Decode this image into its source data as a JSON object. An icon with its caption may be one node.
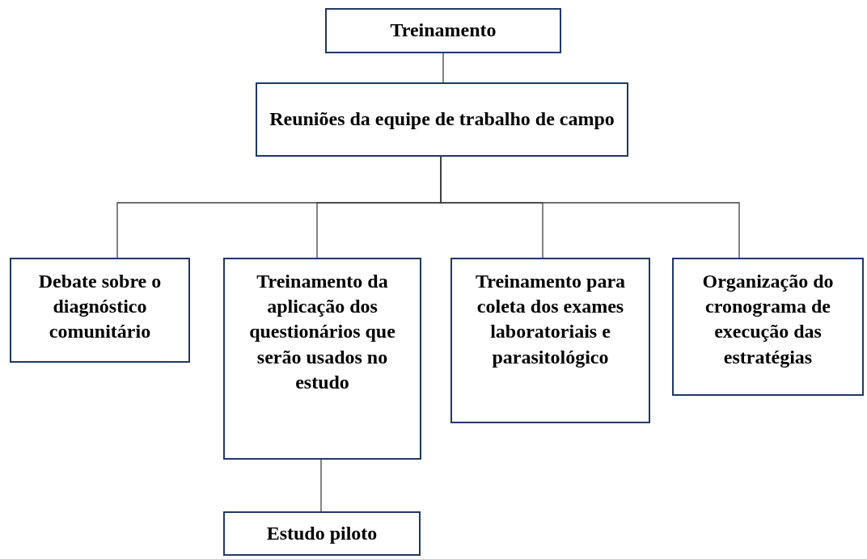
{
  "diagram": {
    "nodes": [
      {
        "text": [
          "Treinamento"
        ]
      },
      {
        "text": [
          "Reuniões da equipe de trabalho de campo"
        ]
      },
      {
        "text": [
          "Debate sobre o diagnóstico comunitário"
        ]
      },
      {
        "text": [
          "Treinamento da aplicação dos questionários que serão usados no estudo"
        ]
      },
      {
        "text": [
          "Treinamento para coleta dos exames laboratoriais e parasitológico"
        ]
      },
      {
        "text": [
          "Organização do cronograma de execução das estratégias"
        ]
      },
      {
        "text": [
          "Estudo piloto"
        ]
      }
    ],
    "edges": [
      {
        "from": 0,
        "to": 1,
        "arrow": "none"
      },
      {
        "from": 1,
        "to": 2,
        "arrow": "none"
      },
      {
        "from": 1,
        "to": 3,
        "arrow": "none"
      },
      {
        "from": 1,
        "to": 4,
        "arrow": "none"
      },
      {
        "from": 1,
        "to": 5,
        "arrow": "none"
      },
      {
        "from": 3,
        "to": 6,
        "arrow": "none"
      }
    ]
  }
}
